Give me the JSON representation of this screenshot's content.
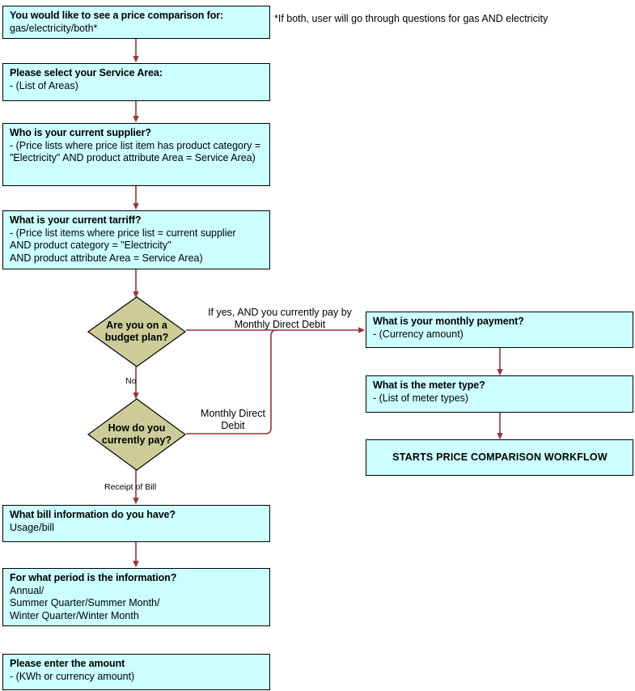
{
  "diagram": {
    "type": "flowchart",
    "title_note": "*If both, user will go through questions for gas AND electricity",
    "colors": {
      "process_fill": "#ccffff",
      "decision_fill": "#cccc99",
      "connector": "#993333",
      "border": "#000000"
    },
    "nodes": [
      {
        "id": "n1",
        "shape": "process",
        "title": "You would like to see a price comparison for:",
        "sub": "gas/electricity/both*"
      },
      {
        "id": "n2",
        "shape": "process",
        "title": "Please select your Service Area:",
        "sub": "- (List of Areas)"
      },
      {
        "id": "n3",
        "shape": "process",
        "title": "Who is your current supplier?",
        "sub": "- (Price lists where price list item has product category = \"Electricity\" AND product attribute Area = Service Area)"
      },
      {
        "id": "n4",
        "shape": "process",
        "title": "What is your current tarriff?",
        "sub": "- (Price list items where price list = current supplier\nAND product category = \"Electricity\"\nAND product attribute Area = Service Area)"
      },
      {
        "id": "d1",
        "shape": "decision",
        "title": "Are you on a\nbudget plan?"
      },
      {
        "id": "d2",
        "shape": "decision",
        "title": "How do you\ncurrently pay?"
      },
      {
        "id": "n5",
        "shape": "process",
        "title": "What is your monthly payment?",
        "sub": "- (Currency amount)"
      },
      {
        "id": "n6",
        "shape": "process",
        "title": "What is the meter type?",
        "sub": "- (List of meter types)"
      },
      {
        "id": "n7",
        "shape": "terminal",
        "title": "STARTS PRICE COMPARISON WORKFLOW"
      },
      {
        "id": "n8",
        "shape": "process",
        "title": "What bill information do you have?",
        "sub": "Usage/bill"
      },
      {
        "id": "n9",
        "shape": "process",
        "title": "For what period is the information?",
        "sub": "Annual/\nSummer Quarter/Summer Month/\nWinter Quarter/Winter Month"
      },
      {
        "id": "n10",
        "shape": "process",
        "title": "Please enter the amount",
        "sub": "- (KWh or currency amount)"
      }
    ],
    "edge_labels": {
      "yes_ddebit": "If yes, AND you currently pay by\nMonthly Direct Debit",
      "no": "No",
      "monthly_direct_debit": "Monthly Direct\nDebit",
      "receipt_of_bill": "Receipt of Bill"
    }
  }
}
